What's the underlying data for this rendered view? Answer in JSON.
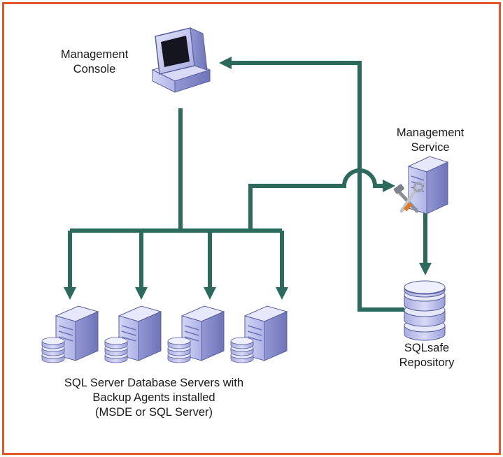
{
  "labels": {
    "management_console": "Management\nConsole",
    "management_service": "Management\nService",
    "repository": "SQLsafe\nRepository",
    "db_servers": "SQL Server Database Servers with\nBackup Agents installed\n(MSDE or SQL Server)"
  },
  "nodes": [
    {
      "id": "management-console",
      "icon": "computer-icon"
    },
    {
      "id": "management-service",
      "icon": "server-tools-icon"
    },
    {
      "id": "sqlsafe-repository",
      "icon": "database-icon"
    },
    {
      "id": "db-server-1",
      "icon": "server-database-icon"
    },
    {
      "id": "db-server-2",
      "icon": "server-database-icon"
    },
    {
      "id": "db-server-3",
      "icon": "server-database-icon"
    },
    {
      "id": "db-server-4",
      "icon": "server-database-icon"
    }
  ],
  "edges": [
    {
      "from": "management-console",
      "to": "db-server-1"
    },
    {
      "from": "management-console",
      "to": "db-server-2"
    },
    {
      "from": "management-console",
      "to": "db-server-3"
    },
    {
      "from": "management-console",
      "to": "db-server-4"
    },
    {
      "from": "db-servers",
      "to": "management-service"
    },
    {
      "from": "management-service",
      "to": "sqlsafe-repository"
    },
    {
      "from": "sqlsafe-repository",
      "to": "management-console"
    }
  ],
  "colors": {
    "frame": "#e4572e",
    "connector": "#2b6a5c",
    "server_face": "#c3c6ee",
    "server_side": "#8d92d0",
    "server_top": "#e6e8fb"
  }
}
